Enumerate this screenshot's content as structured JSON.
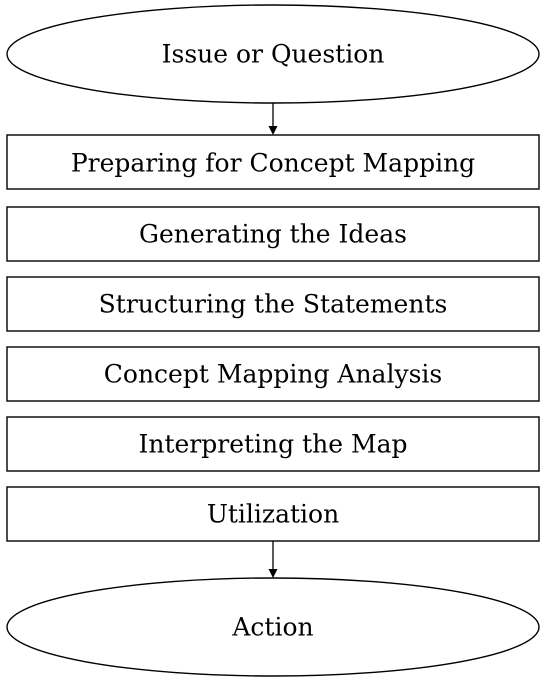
{
  "diagram": {
    "start": {
      "label": "Issue or Question"
    },
    "steps": [
      {
        "label": "Preparing for Concept Mapping"
      },
      {
        "label": "Generating the Ideas"
      },
      {
        "label": "Structuring the Statements"
      },
      {
        "label": "Concept Mapping Analysis"
      },
      {
        "label": "Interpreting the Map"
      },
      {
        "label": "Utilization"
      }
    ],
    "end": {
      "label": "Action"
    }
  },
  "colors": {
    "stroke": "#000000",
    "fill": "#ffffff",
    "text": "#000000"
  }
}
